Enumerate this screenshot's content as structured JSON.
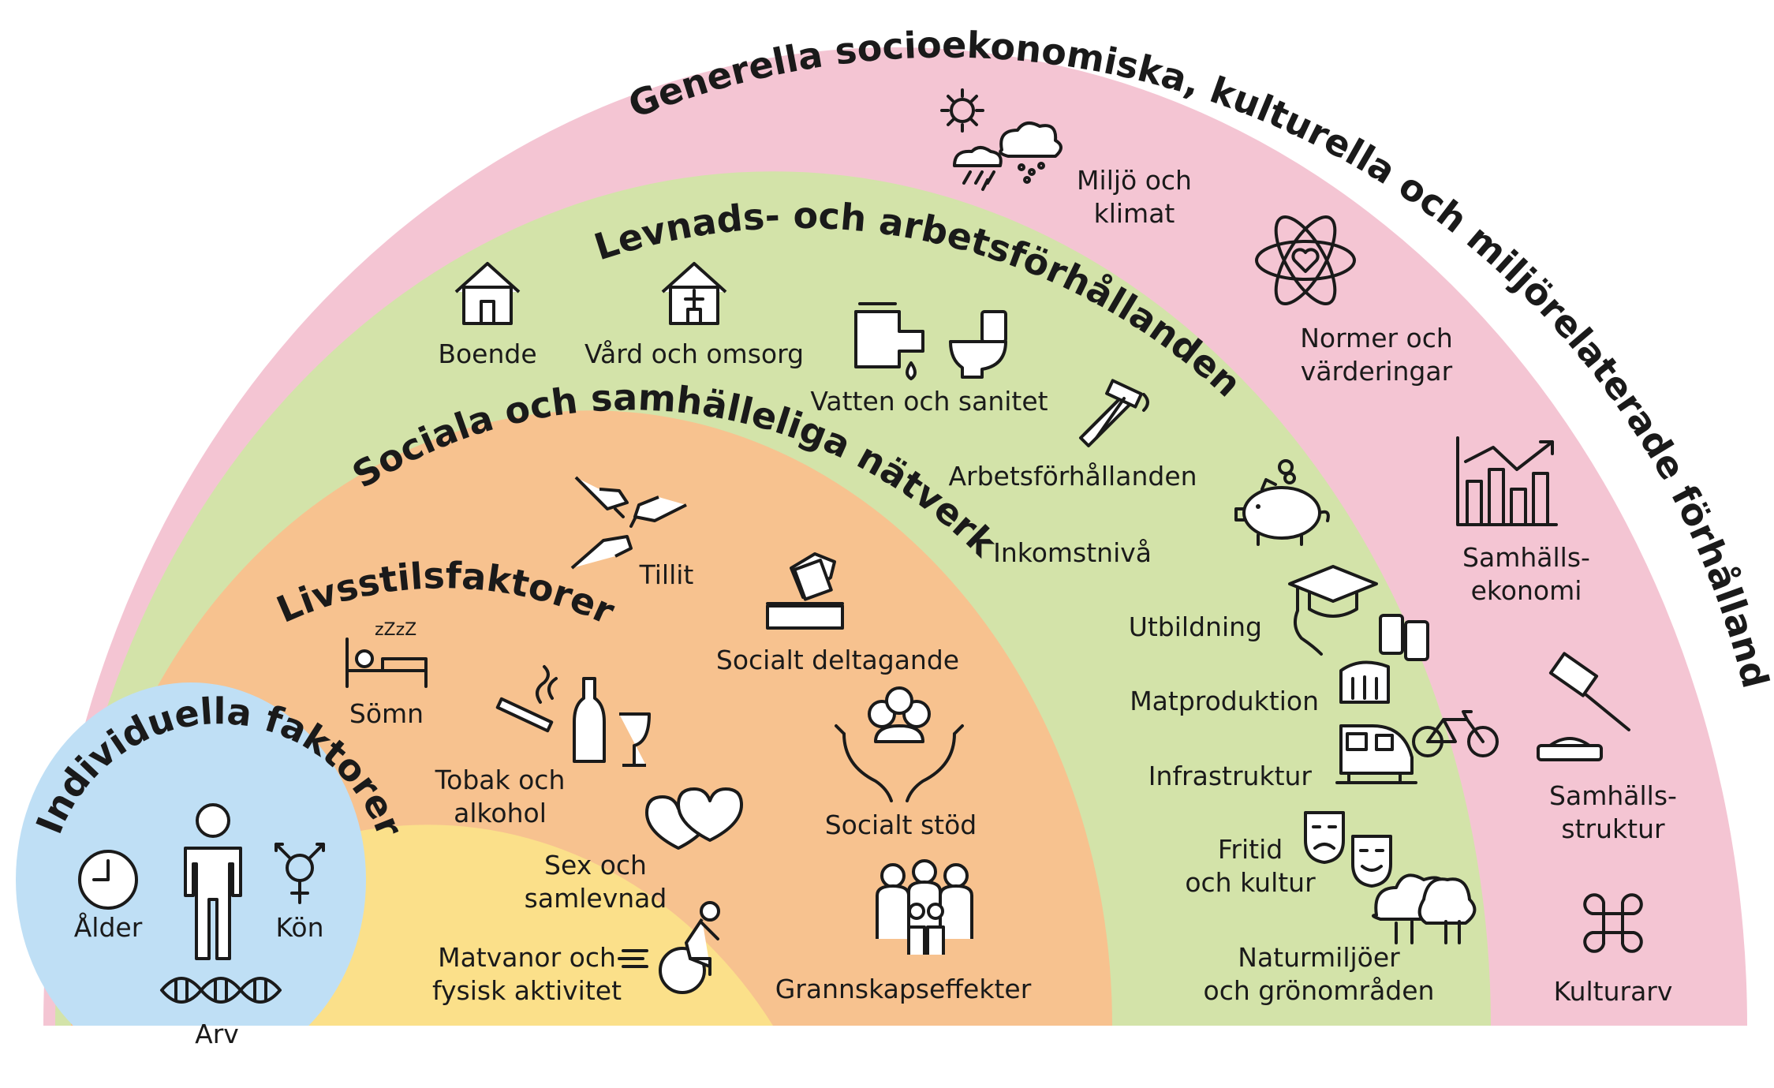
{
  "colors": {
    "outer_band": "#f4c5d3",
    "living_band": "#d3e3a9",
    "social_band": "#f7c28f",
    "lifestyle_band": "#fbe08a",
    "individual_circle": "#bfdff5"
  },
  "layers": {
    "outer": "Generella socioekonomiska, kulturella och miljörelaterade förhållanden",
    "living": "Levnads- och arbetsförhållanden",
    "social": "Sociala och samhälleliga nätverk",
    "lifestyle": "Livsstilsfaktorer",
    "individual": "Individuella faktorer"
  },
  "outer_items": {
    "miljo_1": "Miljö och",
    "miljo_2": "klimat",
    "normer_1": "Normer och",
    "normer_2": "värderingar",
    "ekonomi_1": "Samhälls-",
    "ekonomi_2": "ekonomi",
    "struktur_1": "Samhälls-",
    "struktur_2": "struktur",
    "kulturarv": "Kulturarv"
  },
  "living_items": {
    "boende": "Boende",
    "vard": "Vård och omsorg",
    "vatten": "Vatten och sanitet",
    "arbete": "Arbetsförhållanden",
    "inkomst": "Inkomstnivå",
    "utbildning": "Utbildning",
    "mat": "Matproduktion",
    "infra": "Infrastruktur",
    "fritid_1": "Fritid",
    "fritid_2": "och kultur",
    "natur_1": "Naturmiljöer",
    "natur_2": "och grönområden"
  },
  "social_items": {
    "tillit": "Tillit",
    "deltagande": "Socialt deltagande",
    "stod": "Socialt stöd",
    "grannskap": "Grannskapseffekter"
  },
  "lifestyle_items": {
    "somn": "Sömn",
    "tobak_1": "Tobak och",
    "tobak_2": "alkohol",
    "sex_1": "Sex och",
    "sex_2": "samlevnad",
    "matvanor_1": "Matvanor och",
    "matvanor_2": "fysisk aktivitet",
    "zzz": "zZzZ"
  },
  "individual_items": {
    "alder": "Ålder",
    "kon": "Kön",
    "arv": "Arv"
  }
}
